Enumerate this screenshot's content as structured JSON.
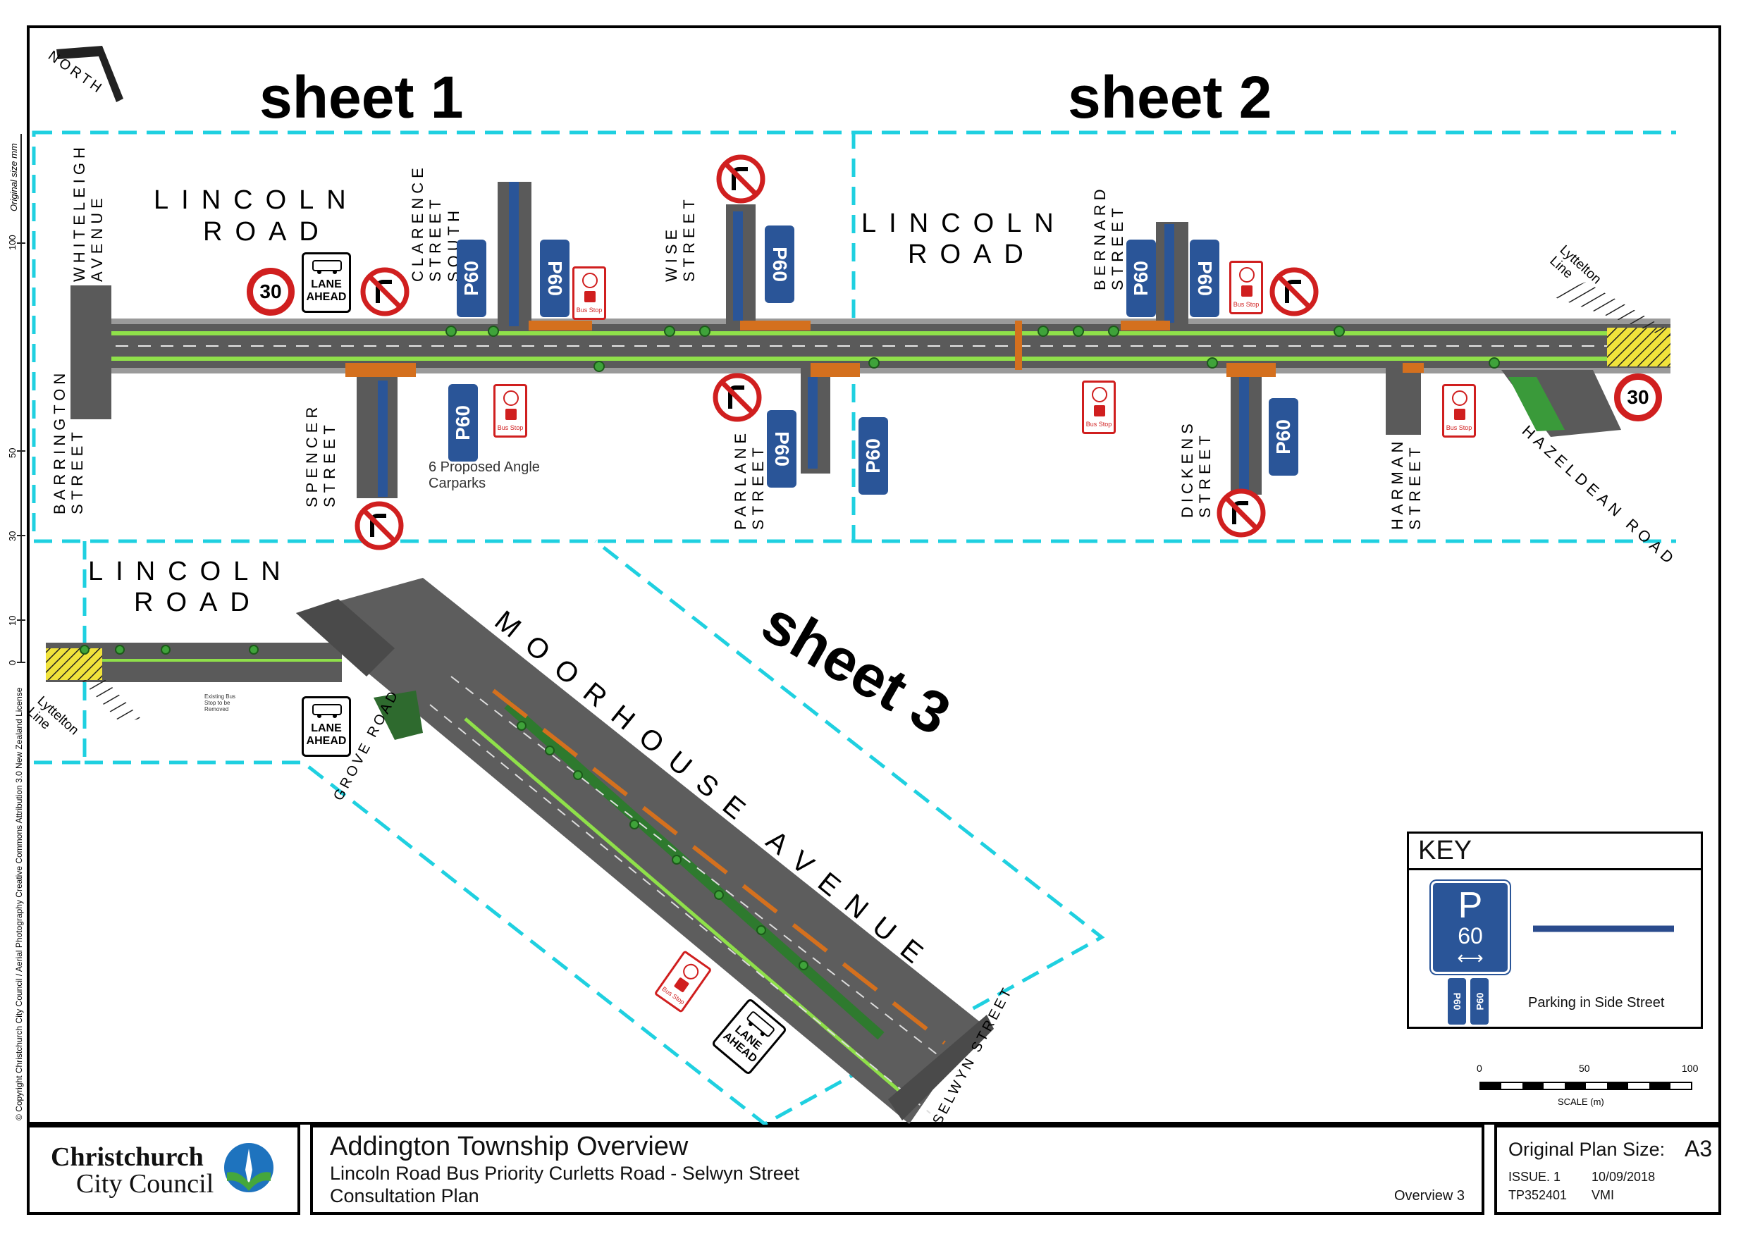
{
  "sheets": {
    "sheet1": "sheet 1",
    "sheet2": "sheet 2",
    "sheet3": "sheet 3"
  },
  "north": "NORTH",
  "roads": {
    "lincoln_1a": "LINCOLN",
    "lincoln_1b": "ROAD",
    "lincoln_2a": "LINCOLN",
    "lincoln_2b": "ROAD",
    "lincoln_3a": "LINCOLN",
    "lincoln_3b": "ROAD",
    "moorhouse": "MOORHOUSE AVENUE",
    "whiteleigh": [
      "WHITELEIGH",
      "AVENUE"
    ],
    "barrington": [
      "BARRINGTON",
      "STREET"
    ],
    "clarence": [
      "CLARENCE",
      "STREET",
      "SOUTH"
    ],
    "spencer": [
      "SPENCER",
      "STREET"
    ],
    "wise": [
      "WISE",
      "STREET"
    ],
    "parlane": [
      "PARLANE",
      "STREET"
    ],
    "bernard": [
      "BERNARD",
      "STREET"
    ],
    "dickens": [
      "DICKENS",
      "STREET"
    ],
    "harman": [
      "HARMAN",
      "STREET"
    ],
    "hazeldean": "HAZELDEAN ROAD",
    "grove": "GROVE ROAD",
    "selwyn": "SELWYN STREET",
    "lyttelton_1": [
      "Lyttelton",
      "Line"
    ],
    "lyttelton_2": [
      "Lyttelton",
      "Line"
    ]
  },
  "annotations": {
    "angle_carparks": [
      "6 Proposed Angle",
      "Carparks"
    ],
    "existing_bus_stop": "Existing Bus Stop to be Removed"
  },
  "signs": {
    "speed": "30",
    "lane_ahead": [
      "LANE",
      "AHEAD"
    ],
    "p60": "P60",
    "bus_stop": "Bus Stop"
  },
  "scale_bar": {
    "ticks": [
      "0",
      "50",
      "100"
    ],
    "label": "SCALE (m)"
  },
  "ruler": {
    "ticks": [
      "100",
      "50",
      "30",
      "10",
      "0"
    ],
    "label": "Original size mm"
  },
  "copyright": "© Copyright Christchurch City Council / Aerial Photography Creative Commons Attribution 3.0 New Zealand License",
  "key": {
    "title": "KEY",
    "p_letter": "P",
    "p_value": "60",
    "side_labels": [
      "P60",
      "P60"
    ],
    "line_label": "Parking in Side Street",
    "line_color": "#2a4b8d"
  },
  "title_block": {
    "org_line1": "Christchurch",
    "org_line2": "City Council",
    "title": "Addington Township Overview",
    "subtitle": "Lincoln Road Bus Priority Curletts Road - Selwyn Street",
    "plan_type": "Consultation Plan",
    "overview": "Overview 3",
    "plan_size_label": "Original Plan Size:",
    "plan_size": "A3",
    "issue": "ISSUE. 1",
    "date": "10/09/2018",
    "drawing_no": "TP352401",
    "author": "VMI"
  },
  "colors": {
    "frame_cyan": "#1fd0e0",
    "road": "#555555",
    "green_strip": "#7fe040",
    "orange": "#d4701e",
    "sign_red": "#d01f1f",
    "p60_blue": "#2a5598",
    "council_blue": "#1e73be",
    "council_green": "#45a73c"
  }
}
